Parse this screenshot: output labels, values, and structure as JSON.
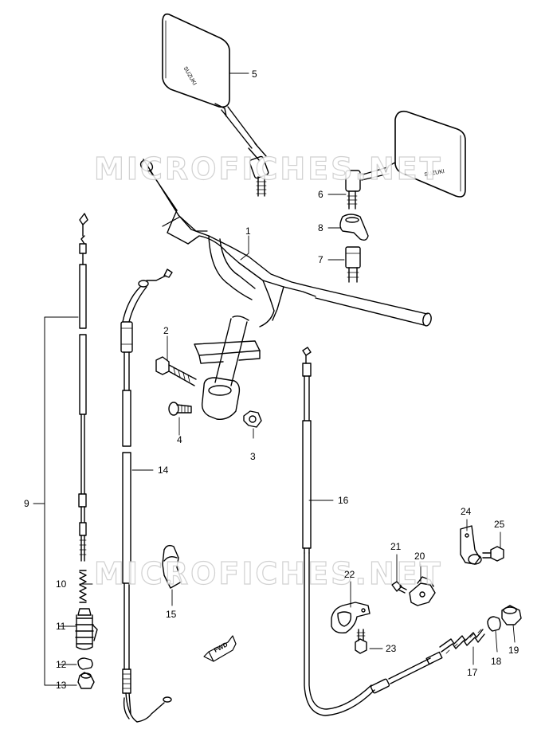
{
  "callouts": {
    "c1": "1",
    "c2": "2",
    "c3": "3",
    "c4": "4",
    "c5": "5",
    "c6": "6",
    "c7": "7",
    "c8": "8",
    "c9": "9",
    "c10": "10",
    "c11": "11",
    "c12": "12",
    "c13": "13",
    "c14": "14",
    "c15": "15",
    "c16": "16",
    "c17": "17",
    "c18": "18",
    "c19": "19",
    "c20": "20",
    "c21": "21",
    "c22": "22",
    "c23": "23",
    "c24": "24",
    "c25": "25"
  },
  "watermark": "MICROFICHES.NET",
  "fwd_label": "FWD",
  "mirror_label": "SUZUKI",
  "colors": {
    "line": "#000000",
    "watermark": "#c9c9c9",
    "background": "#ffffff"
  }
}
